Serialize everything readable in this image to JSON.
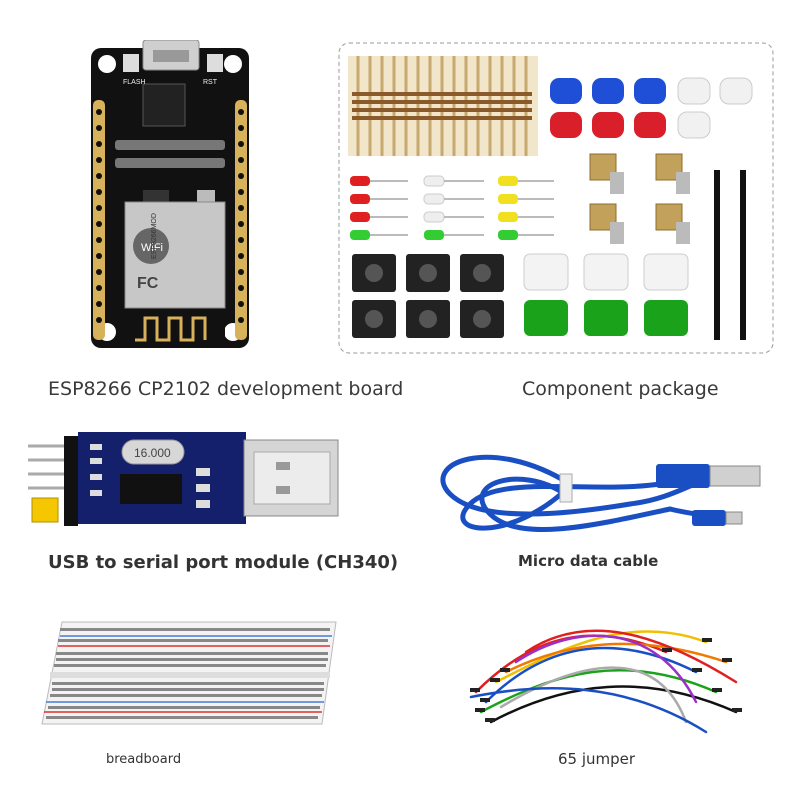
{
  "captions": {
    "board": "ESP8266 CP2102 development board",
    "package": "Component package",
    "usb_serial": "USB to serial port module (CH340)",
    "cable": "Micro data cable",
    "breadboard": "breadboard",
    "jumper": "65 jumper"
  },
  "board_labels": {
    "flash": "FLASH",
    "rst": "RST",
    "wifi": "WiFi",
    "module": "ESP8266MOD",
    "fc": "FC",
    "crystal": "16.000"
  },
  "colors": {
    "pcb_black": "#111111",
    "pcb_blue": "#14206b",
    "cable_blue": "#1a4fc4",
    "button_blue": "#1f4fd6",
    "button_red": "#d81f2a",
    "cap_green": "#1aa31a"
  }
}
